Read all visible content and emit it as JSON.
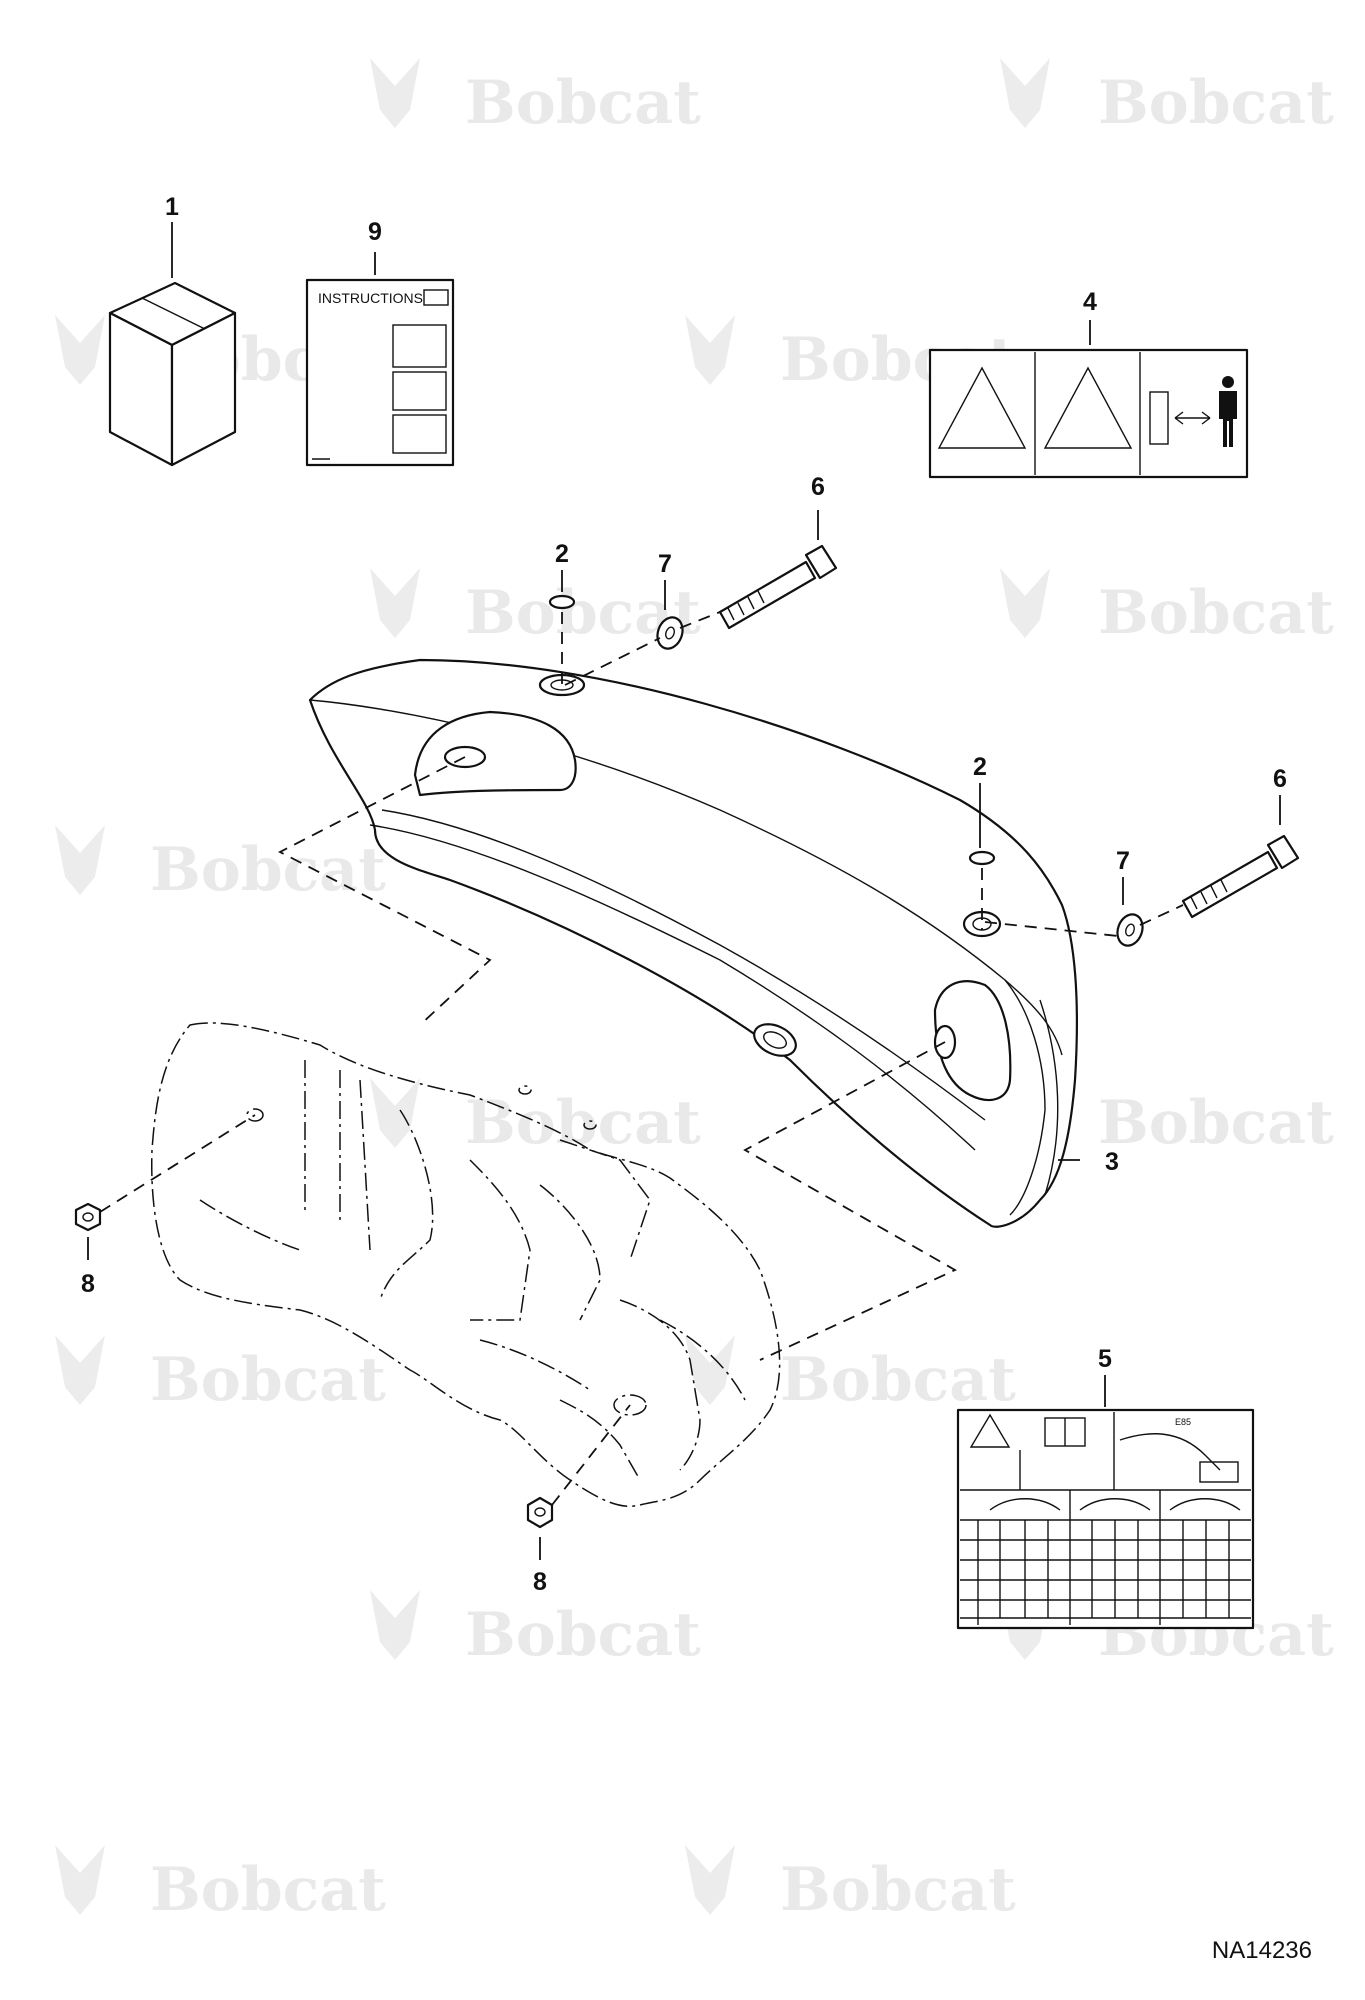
{
  "watermark": {
    "text": "Bobcat",
    "color": "#e9e9e9"
  },
  "figure_id": "NA14236",
  "callouts": [
    {
      "id": "callout-1",
      "label": "1"
    },
    {
      "id": "callout-9",
      "label": "9"
    },
    {
      "id": "callout-4",
      "label": "4"
    },
    {
      "id": "callout-6-left",
      "label": "6"
    },
    {
      "id": "callout-2-left",
      "label": "2"
    },
    {
      "id": "callout-7-left",
      "label": "7"
    },
    {
      "id": "callout-2-right",
      "label": "2"
    },
    {
      "id": "callout-6-right",
      "label": "6"
    },
    {
      "id": "callout-7-right",
      "label": "7"
    },
    {
      "id": "callout-3",
      "label": "3"
    },
    {
      "id": "callout-8-left",
      "label": "8"
    },
    {
      "id": "callout-5",
      "label": "5"
    },
    {
      "id": "callout-8-bottom",
      "label": "8"
    }
  ],
  "instructions_sheet": {
    "title": "INSTRUCTIONS"
  },
  "capacity_decal": {
    "model": "E85"
  }
}
